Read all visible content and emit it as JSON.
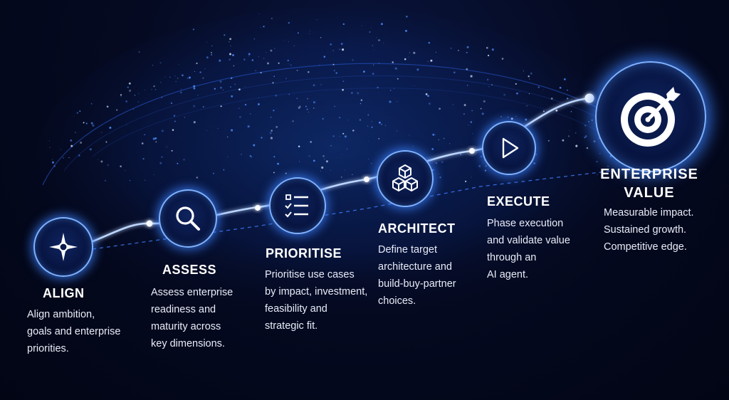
{
  "steps": [
    {
      "title": "ALIGN",
      "icon": "compass-icon",
      "desc": [
        "Align ambition,",
        "goals and enterprise",
        "priorities."
      ]
    },
    {
      "title": "ASSESS",
      "icon": "magnifier-icon",
      "desc": [
        "Assess enterprise",
        "readiness and",
        "maturity across",
        "key dimensions."
      ]
    },
    {
      "title": "PRIORITISE",
      "icon": "checklist-icon",
      "desc": [
        "Prioritise use cases",
        "by impact, investment,",
        "feasibility and",
        "strategic fit."
      ]
    },
    {
      "title": "ARCHITECT",
      "icon": "cubes-icon",
      "desc": [
        "Define target",
        "architecture and",
        "build-buy-partner",
        "choices."
      ]
    },
    {
      "title": "EXECUTE",
      "icon": "play-icon",
      "desc": [
        "Phase execution",
        "and validate value",
        "through an",
        "AI agent."
      ]
    }
  ],
  "final": {
    "title_line1": "ENTERPRISE",
    "title_line2": "VALUE",
    "icon": "target-arrow-icon",
    "desc": [
      "Measurable impact.",
      "Sustained growth.",
      "Competitive edge."
    ]
  },
  "colors": {
    "accent": "#4f8dff",
    "glow": "#3c82ff",
    "background": "#050a22"
  }
}
